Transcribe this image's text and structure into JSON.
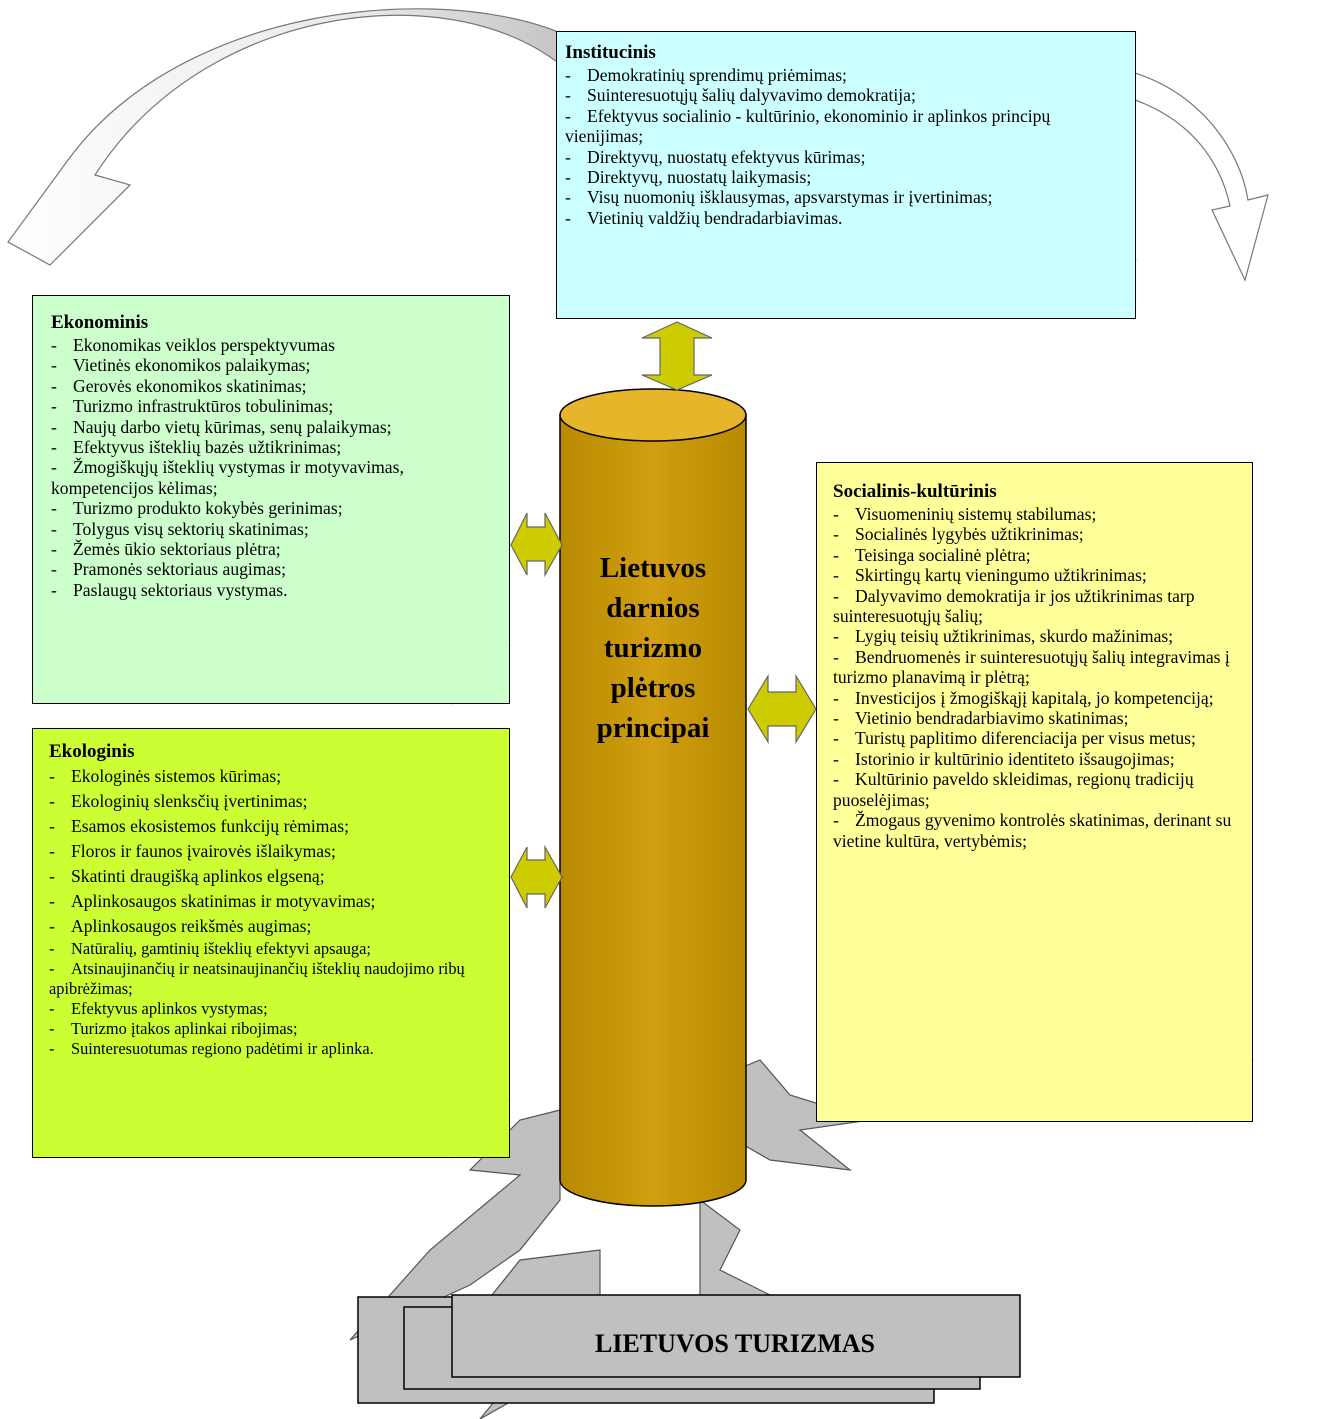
{
  "colors": {
    "institucinis": "#ccffff",
    "ekonominis": "#ccffcc",
    "socialinis": "#ffff99",
    "ekologinis": "#ccff33",
    "pillar": "#cc9900",
    "pillar_top": "#ffcc33",
    "arrows": "#cccc00",
    "banner": "#c0c0c0"
  },
  "center": {
    "title_lines": [
      "Lietuvos",
      "darnios",
      "turizmo",
      "plėtros",
      "principai"
    ]
  },
  "banner": {
    "title": "LIETUVOS TURIZMAS"
  },
  "institucinis": {
    "title": "Institucinis",
    "items": [
      "Demokratinių sprendimų priėmimas;",
      "Suinteresuotųjų šalių dalyvavimo demokratija;",
      "Efektyvus socialinio - kultūrinio, ekonominio ir aplinkos principų vienijimas;",
      "Direktyvų, nuostatų efektyvus kūrimas;",
      "Direktyvų, nuostatų laikymasis;",
      "Visų nuomonių išklausymas, apsvarstymas ir įvertinimas;",
      "Vietinių valdžių bendradarbiavimas."
    ]
  },
  "ekonominis": {
    "title": "Ekonominis",
    "items": [
      "Ekonomikas veiklos perspektyvumas",
      "Vietinės ekonomikos palaikymas;",
      "Gerovės ekonomikos skatinimas;",
      "Turizmo infrastruktūros tobulinimas;",
      "Naujų darbo vietų kūrimas, senų palaikymas;",
      "Efektyvus išteklių bazės užtikrinimas;",
      "Žmogiškųjų išteklių vystymas ir motyvavimas, kompetencijos kėlimas;",
      "Turizmo produkto kokybės gerinimas;",
      "Tolygus visų sektorių skatinimas;",
      "Žemės ūkio sektoriaus plėtra;",
      "Pramonės sektoriaus augimas;",
      "Paslaugų sektoriaus vystymas."
    ]
  },
  "socialinis": {
    "title": "Socialinis-kultūrinis",
    "items": [
      "Visuomeninių sistemų stabilumas;",
      "Socialinės lygybės užtikrinimas;",
      "Teisinga socialinė plėtra;",
      "Skirtingų kartų vieningumo užtikrinimas;",
      "Dalyvavimo demokratija ir jos užtikrinimas tarp suinteresuotųjų šalių;",
      "Lygių teisių užtikrinimas, skurdo mažinimas;",
      "Bendruomenės ir suinteresuotųjų šalių integravimas į turizmo planavimą ir plėtrą;",
      "Investicijos į žmogiškąjį kapitalą, jo kompetenciją;",
      "Vietinio bendradarbiavimo skatinimas;",
      "Turistų paplitimo diferenciacija per visus metus;",
      "Istorinio ir kultūrinio identiteto išsaugojimas;",
      "Kultūrinio paveldo skleidimas, regionų tradicijų puoselėjimas;",
      "Žmogaus gyvenimo kontrolės skatinimas, derinant su vietine kultūra, vertybėmis;"
    ]
  },
  "ekologinis": {
    "title": "Ekologinis",
    "items": [
      "Ekologinės sistemos kūrimas;",
      "Ekologinių slenksčių įvertinimas;",
      "Esamos ekosistemos funkcijų rėmimas;",
      "Floros ir faunos įvairovės išlaikymas;",
      "Skatinti draugišką aplinkos elgseną;",
      "Aplinkosaugos skatinimas ir motyvavimas;",
      "Aplinkosaugos reikšmės augimas;",
      "Natūralių, gamtinių išteklių efektyvi apsauga;",
      "Atsinaujinančių ir neatsinaujinančių išteklių naudojimo ribų apibrėžimas;",
      "Efektyvus aplinkos vystymas;",
      "Turizmo įtakos aplinkai ribojimas;",
      "Suinteresuotumas regiono padėtimi ir aplinka."
    ]
  }
}
